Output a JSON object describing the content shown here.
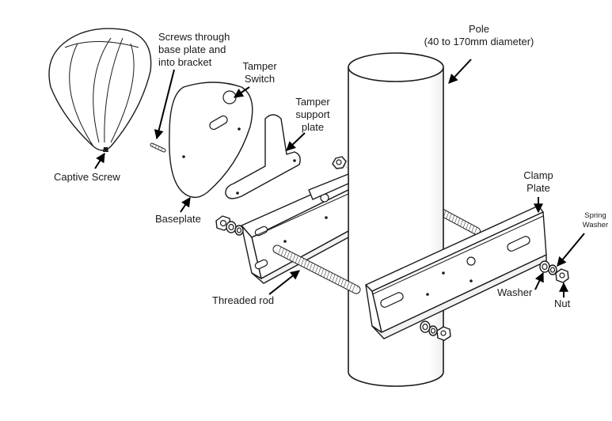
{
  "labels": {
    "screws": [
      "Screws through",
      "base plate and",
      "into bracket"
    ],
    "tamper_switch": [
      "Tamper",
      "Switch"
    ],
    "tamper_support": [
      "Tamper",
      "support",
      "plate"
    ],
    "pole": [
      "Pole",
      "(40 to 170mm diameter)"
    ],
    "captive_screw": "Captive Screw",
    "baseplate": "Baseplate",
    "clamp_plate": [
      "Clamp",
      "Plate"
    ],
    "spring_washer": [
      "Spring",
      "Washer"
    ],
    "washer": "Washer",
    "nut": "Nut",
    "threaded_rod": "Threaded rod"
  },
  "colors": {
    "line": "#1a1a1a",
    "ghost": "#c9c9c9",
    "background": "#ffffff"
  }
}
